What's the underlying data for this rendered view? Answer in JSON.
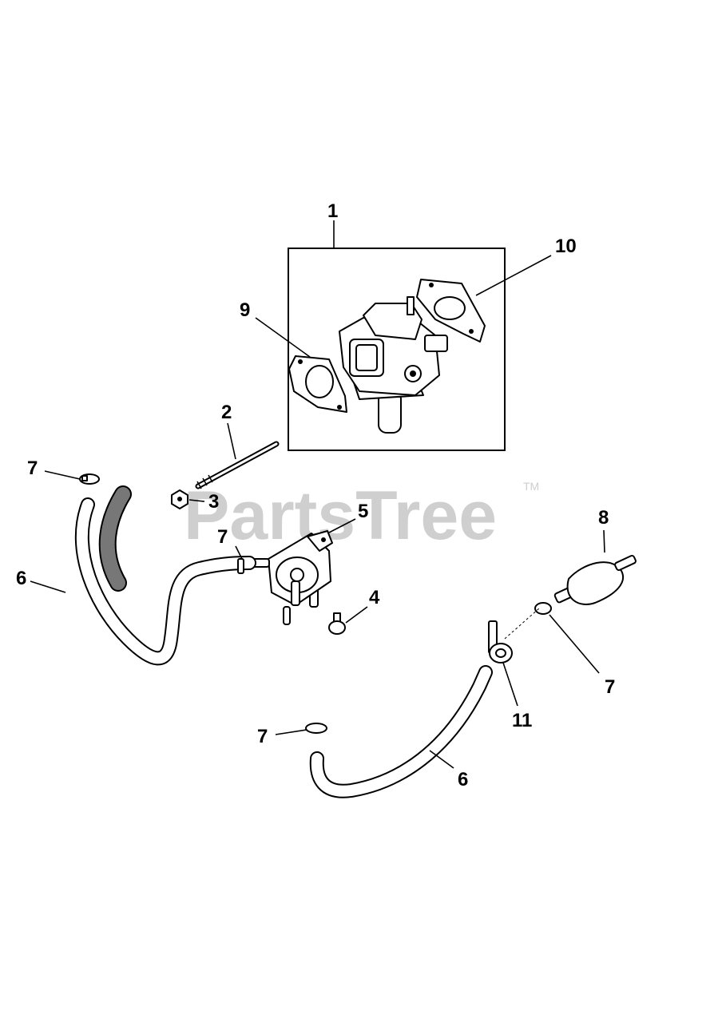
{
  "watermark": {
    "text": "PartsTree",
    "trademark": "TM"
  },
  "callouts": {
    "c1": "1",
    "c2": "2",
    "c3": "3",
    "c4": "4",
    "c5": "5",
    "c6a": "6",
    "c6b": "6",
    "c7a": "7",
    "c7b": "7",
    "c7c": "7",
    "c7d": "7",
    "c8": "8",
    "c9": "9",
    "c10": "10",
    "c11": "11"
  },
  "parts": [
    "carburetor-icon",
    "stud-icon",
    "nut-icon",
    "screw-icon",
    "fuel-pump-icon",
    "fuel-hose-icon",
    "hose-clamp-icon",
    "fuel-filter-icon",
    "gasket-icon",
    "clip-icon"
  ]
}
